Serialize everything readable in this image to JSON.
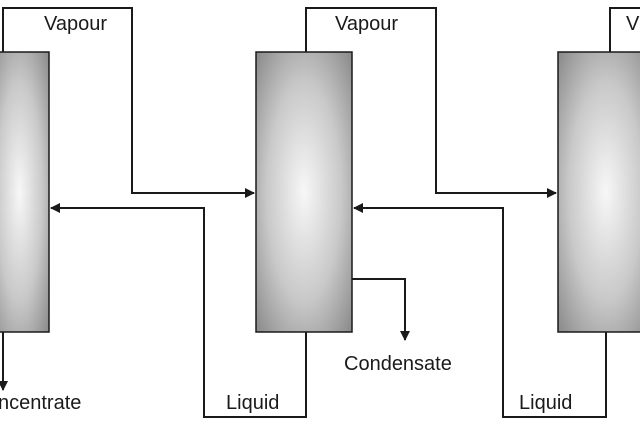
{
  "labels": {
    "vapour_1": "Vapour",
    "vapour_2": "Vapour",
    "vapour_3": "V",
    "condensate": "Condensate",
    "liquid_1": "Liquid",
    "liquid_2": "Liquid",
    "concentrate": "ncentrate"
  },
  "colors": {
    "line": "#1a1a1a",
    "vessel_center": "#f7f7f7",
    "vessel_edge": "#8a8a8a"
  }
}
